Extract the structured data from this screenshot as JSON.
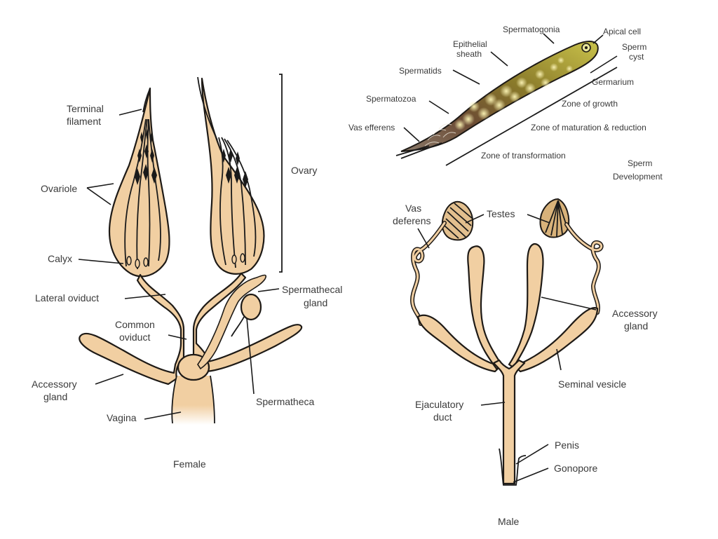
{
  "figure": {
    "background": "#ffffff",
    "colors": {
      "tissue": "#f1cfa2",
      "outline": "#1e1a16",
      "label_text": "#3a3a3a",
      "germarium": "#c9c24a",
      "spermatids": "#6b4a33"
    }
  },
  "sperm_development": {
    "caption_line1": "Sperm",
    "caption_line2": "Development",
    "labels": {
      "spermatogonia": "Spermatogonia",
      "apical_cell": "Apical cell",
      "epithelial_sheath_1": "Epithelial",
      "epithelial_sheath_2": "sheath",
      "sperm_cyst_1": "Sperm",
      "sperm_cyst_2": "cyst",
      "spermatids": "Spermatids",
      "germarium": "Germarium",
      "spermatozoa": "Spermatozoa",
      "zone_growth": "Zone of growth",
      "vas_efferens": "Vas efferens",
      "zone_maturation": "Zone of maturation & reduction",
      "zone_transformation": "Zone of transformation"
    }
  },
  "female": {
    "caption": "Female",
    "labels": {
      "terminal_filament_1": "Terminal",
      "terminal_filament_2": "filament",
      "ovary": "Ovary",
      "ovariole": "Ovariole",
      "calyx": "Calyx",
      "lateral_oviduct": "Lateral oviduct",
      "spermathecal_gland_1": "Spermathecal",
      "spermathecal_gland_2": "gland",
      "common_oviduct_1": "Common",
      "common_oviduct_2": "oviduct",
      "accessory_gland_1": "Accessory",
      "accessory_gland_2": "gland",
      "spermatheca": "Spermatheca",
      "vagina": "Vagina"
    }
  },
  "male": {
    "caption": "Male",
    "labels": {
      "vas_deferens_1": "Vas",
      "vas_deferens_2": "deferens",
      "testes": "Testes",
      "accessory_gland_1": "Accessory",
      "accessory_gland_2": "gland",
      "seminal_vesicle": "Seminal vesicle",
      "ejaculatory_duct_1": "Ejaculatory",
      "ejaculatory_duct_2": "duct",
      "penis": "Penis",
      "gonopore": "Gonopore"
    }
  }
}
